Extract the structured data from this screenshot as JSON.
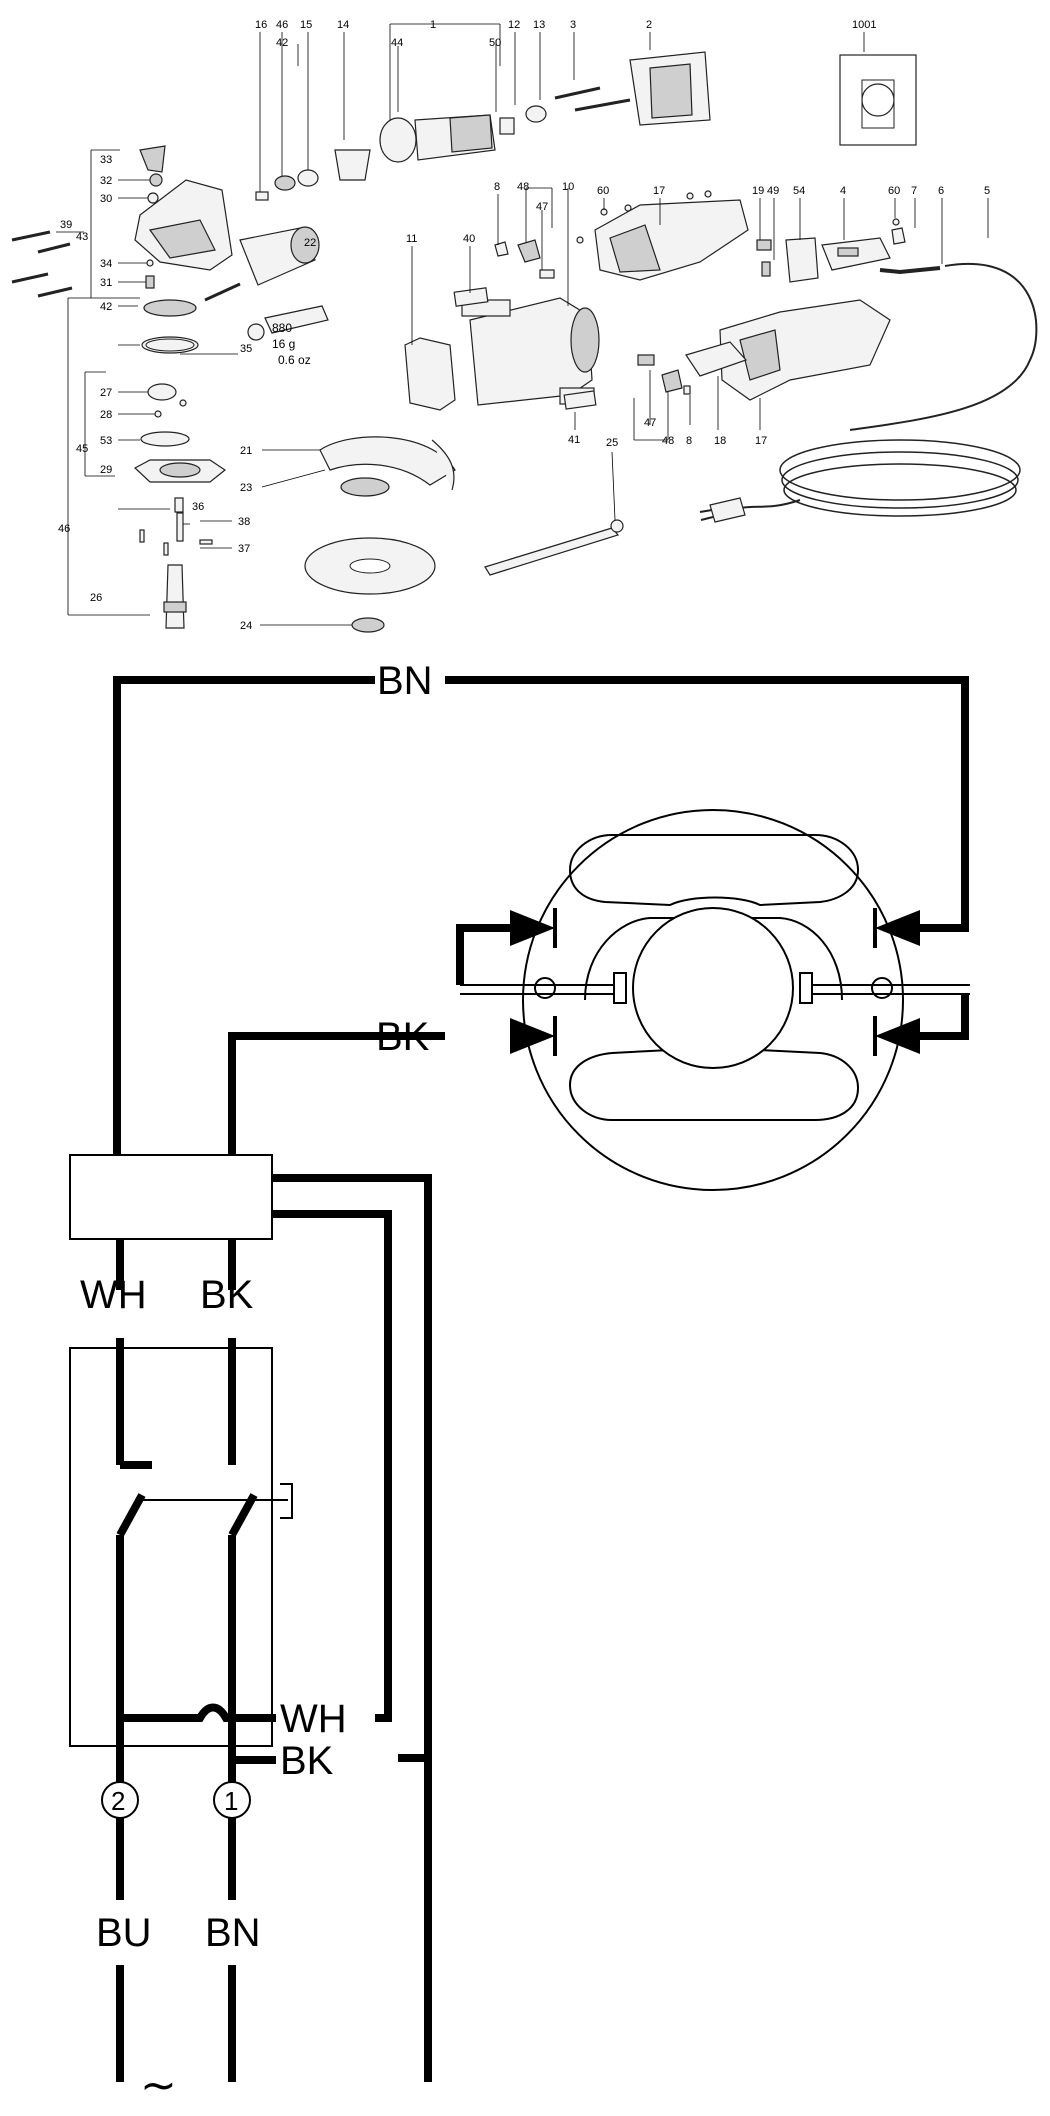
{
  "exploded_view": {
    "callouts": [
      {
        "id": "c16",
        "text": "16"
      },
      {
        "id": "c46a",
        "text": "46"
      },
      {
        "id": "c42a",
        "text": "42"
      },
      {
        "id": "c15",
        "text": "15"
      },
      {
        "id": "c14",
        "text": "14"
      },
      {
        "id": "c1",
        "text": "1"
      },
      {
        "id": "c44",
        "text": "44"
      },
      {
        "id": "c50",
        "text": "50"
      },
      {
        "id": "c12",
        "text": "12"
      },
      {
        "id": "c13",
        "text": "13"
      },
      {
        "id": "c3",
        "text": "3"
      },
      {
        "id": "c2",
        "text": "2"
      },
      {
        "id": "c1001",
        "text": "1001"
      },
      {
        "id": "c33",
        "text": "33"
      },
      {
        "id": "c32",
        "text": "32"
      },
      {
        "id": "c30",
        "text": "30"
      },
      {
        "id": "c39",
        "text": "39"
      },
      {
        "id": "c43",
        "text": "43"
      },
      {
        "id": "c34",
        "text": "34"
      },
      {
        "id": "c31",
        "text": "31"
      },
      {
        "id": "c42b",
        "text": "42"
      },
      {
        "id": "c22",
        "text": "22"
      },
      {
        "id": "c35",
        "text": "35"
      },
      {
        "id": "c27",
        "text": "27"
      },
      {
        "id": "c28",
        "text": "28"
      },
      {
        "id": "c53",
        "text": "53"
      },
      {
        "id": "c45",
        "text": "45"
      },
      {
        "id": "c29",
        "text": "29"
      },
      {
        "id": "c46b",
        "text": "46"
      },
      {
        "id": "c36",
        "text": "36"
      },
      {
        "id": "c38",
        "text": "38"
      },
      {
        "id": "c37",
        "text": "37"
      },
      {
        "id": "c26",
        "text": "26"
      },
      {
        "id": "c24",
        "text": "24"
      },
      {
        "id": "c21",
        "text": "21"
      },
      {
        "id": "c23",
        "text": "23"
      },
      {
        "id": "c25",
        "text": "25"
      },
      {
        "id": "c11",
        "text": "11"
      },
      {
        "id": "c40",
        "text": "40"
      },
      {
        "id": "c8a",
        "text": "8"
      },
      {
        "id": "c48a",
        "text": "48"
      },
      {
        "id": "c47a",
        "text": "47"
      },
      {
        "id": "c10",
        "text": "10"
      },
      {
        "id": "c60a",
        "text": "60"
      },
      {
        "id": "c17a",
        "text": "17"
      },
      {
        "id": "c19",
        "text": "19"
      },
      {
        "id": "c49",
        "text": "49"
      },
      {
        "id": "c54",
        "text": "54"
      },
      {
        "id": "c4",
        "text": "4"
      },
      {
        "id": "c60b",
        "text": "60"
      },
      {
        "id": "c7",
        "text": "7"
      },
      {
        "id": "c6",
        "text": "6"
      },
      {
        "id": "c5",
        "text": "5"
      },
      {
        "id": "c41",
        "text": "41"
      },
      {
        "id": "c47b",
        "text": "47"
      },
      {
        "id": "c48b",
        "text": "48"
      },
      {
        "id": "c8b",
        "text": "8"
      },
      {
        "id": "c18",
        "text": "18"
      },
      {
        "id": "c17b",
        "text": "17"
      }
    ],
    "grease_note": {
      "weight_g": "880",
      "line1": "16 g",
      "line2": "0.6 oz"
    }
  },
  "wiring": {
    "labels": {
      "bn_top": "BN",
      "bk_mid": "BK",
      "wh_left": "WH",
      "bk_left": "BK",
      "wh_switch": "WH",
      "bk_switch": "BK",
      "bu_bottom": "BU",
      "bn_bottom": "BN"
    },
    "terminals": {
      "t2": "2",
      "t1": "1"
    },
    "ac_symbol": "~"
  }
}
